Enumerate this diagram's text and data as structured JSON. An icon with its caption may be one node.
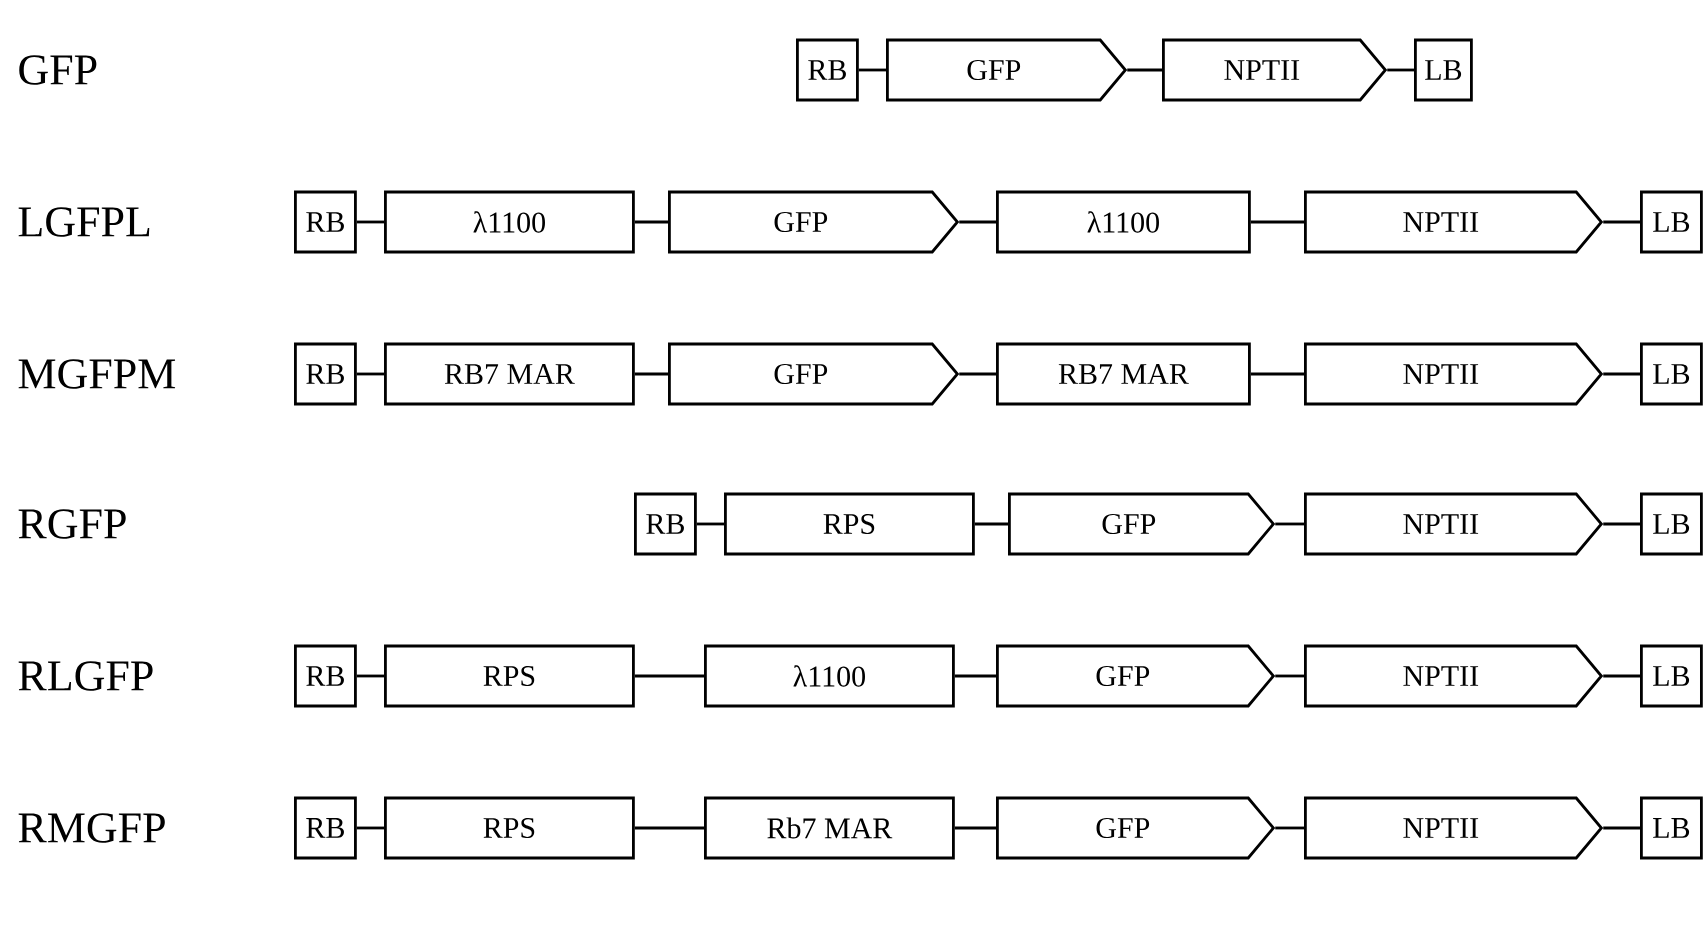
{
  "diagram": {
    "nodes": [
      {
        "text": [
          "RB"
        ]
      },
      {
        "text": [
          "GFP"
        ]
      },
      {
        "text": [
          "NPTII"
        ]
      },
      {
        "text": [
          "LB"
        ]
      },
      {
        "text": [
          "RB"
        ]
      },
      {
        "text": [
          "λ1100"
        ]
      },
      {
        "text": [
          "GFP"
        ]
      },
      {
        "text": [
          "λ1100"
        ]
      },
      {
        "text": [
          "NPTII"
        ]
      },
      {
        "text": [
          "LB"
        ]
      },
      {
        "text": [
          "RB"
        ]
      },
      {
        "text": [
          "RB7 MAR"
        ]
      },
      {
        "text": [
          "GFP"
        ]
      },
      {
        "text": [
          "RB7 MAR"
        ]
      },
      {
        "text": [
          "NPTII"
        ]
      },
      {
        "text": [
          "LB"
        ]
      },
      {
        "text": [
          "RB"
        ]
      },
      {
        "text": [
          "RPS"
        ]
      },
      {
        "text": [
          "GFP"
        ]
      },
      {
        "text": [
          "NPTII"
        ]
      },
      {
        "text": [
          "LB"
        ]
      },
      {
        "text": [
          "RB"
        ]
      },
      {
        "text": [
          "RPS"
        ]
      },
      {
        "text": [
          "λ1100"
        ]
      },
      {
        "text": [
          "GFP"
        ]
      },
      {
        "text": [
          "NPTII"
        ]
      },
      {
        "text": [
          "LB"
        ]
      },
      {
        "text": [
          "RB"
        ]
      },
      {
        "text": [
          "RPS"
        ]
      },
      {
        "text": [
          "Rb7 MAR"
        ]
      },
      {
        "text": [
          "GFP"
        ]
      },
      {
        "text": [
          "NPTII"
        ]
      },
      {
        "text": [
          "LB"
        ]
      }
    ],
    "edges": [
      {
        "from": 0,
        "to": 1,
        "arrow": "none"
      },
      {
        "from": 1,
        "to": 2,
        "arrow": "none"
      },
      {
        "from": 2,
        "to": 3,
        "arrow": "none"
      },
      {
        "from": 4,
        "to": 5,
        "arrow": "none"
      },
      {
        "from": 5,
        "to": 6,
        "arrow": "none"
      },
      {
        "from": 6,
        "to": 7,
        "arrow": "none"
      },
      {
        "from": 7,
        "to": 8,
        "arrow": "none"
      },
      {
        "from": 8,
        "to": 9,
        "arrow": "none"
      },
      {
        "from": 10,
        "to": 11,
        "arrow": "none"
      },
      {
        "from": 11,
        "to": 12,
        "arrow": "none"
      },
      {
        "from": 12,
        "to": 13,
        "arrow": "none"
      },
      {
        "from": 13,
        "to": 14,
        "arrow": "none"
      },
      {
        "from": 14,
        "to": 15,
        "arrow": "none"
      },
      {
        "from": 16,
        "to": 17,
        "arrow": "none"
      },
      {
        "from": 17,
        "to": 18,
        "arrow": "none"
      },
      {
        "from": 18,
        "to": 19,
        "arrow": "none"
      },
      {
        "from": 19,
        "to": 20,
        "arrow": "none"
      },
      {
        "from": 21,
        "to": 22,
        "arrow": "none"
      },
      {
        "from": 22,
        "to": 23,
        "arrow": "none"
      },
      {
        "from": 23,
        "to": 24,
        "arrow": "none"
      },
      {
        "from": 24,
        "to": 25,
        "arrow": "none"
      },
      {
        "from": 25,
        "to": 26,
        "arrow": "none"
      },
      {
        "from": 27,
        "to": 28,
        "arrow": "none"
      },
      {
        "from": 28,
        "to": 29,
        "arrow": "none"
      },
      {
        "from": 29,
        "to": 30,
        "arrow": "none"
      },
      {
        "from": 30,
        "to": 31,
        "arrow": "none"
      },
      {
        "from": 31,
        "to": 32,
        "arrow": "none"
      }
    ],
    "labels": [
      "GFP",
      "LGFPL",
      "MGFPM",
      "RGFP",
      "RLGFP",
      "RMGFP"
    ]
  }
}
